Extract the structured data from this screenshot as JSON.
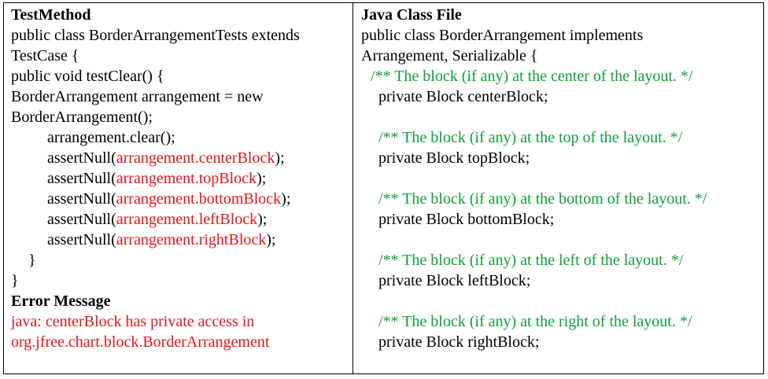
{
  "left": {
    "heading": "TestMethod",
    "l1": "public class BorderArrangementTests extends",
    "l2": "TestCase {",
    "l3": "public void testClear() {",
    "l4": "BorderArrangement arrangement = new",
    "l5": "BorderArrangement();",
    "l6": "arrangement.clear();",
    "asserts": [
      {
        "pre": "assertNull(",
        "arg": "arrangement.centerBlock",
        "post": ");"
      },
      {
        "pre": "assertNull(",
        "arg": "arrangement.topBlock",
        "post": ");"
      },
      {
        "pre": "assertNull(",
        "arg": "arrangement.bottomBlock",
        "post": ");"
      },
      {
        "pre": "assertNull(",
        "arg": "arrangement.leftBlock",
        "post": ");"
      },
      {
        "pre": "assertNull(",
        "arg": "arrangement.rightBlock",
        "post": ");"
      }
    ],
    "close1": "}",
    "close2": "}",
    "error_heading": "Error Message",
    "error1": "java: centerBlock has private access in",
    "error2": "org.jfree.chart.block.BorderArrangement"
  },
  "right": {
    "heading": "Java Class File",
    "l1": "public class BorderArrangement implements",
    "l2": "Arrangement, Serializable {",
    "blocks": [
      {
        "comment": "/** The block (if any) at the center of the layout. */",
        "decl": "private Block centerBlock;"
      },
      {
        "comment": "/** The block (if any) at the top of the layout. */",
        "decl": "private Block topBlock;"
      },
      {
        "comment": "/** The block (if any) at the bottom of the layout. */",
        "decl": "private Block bottomBlock;"
      },
      {
        "comment": "/** The block (if any) at the left of the layout. */",
        "decl": "private Block leftBlock;"
      },
      {
        "comment": "/** The block (if any) at the right of the layout. */",
        "decl": "private Block rightBlock;"
      }
    ]
  },
  "colors": {
    "highlight_red": "#e8141b",
    "comment_green": "#10a03a"
  }
}
